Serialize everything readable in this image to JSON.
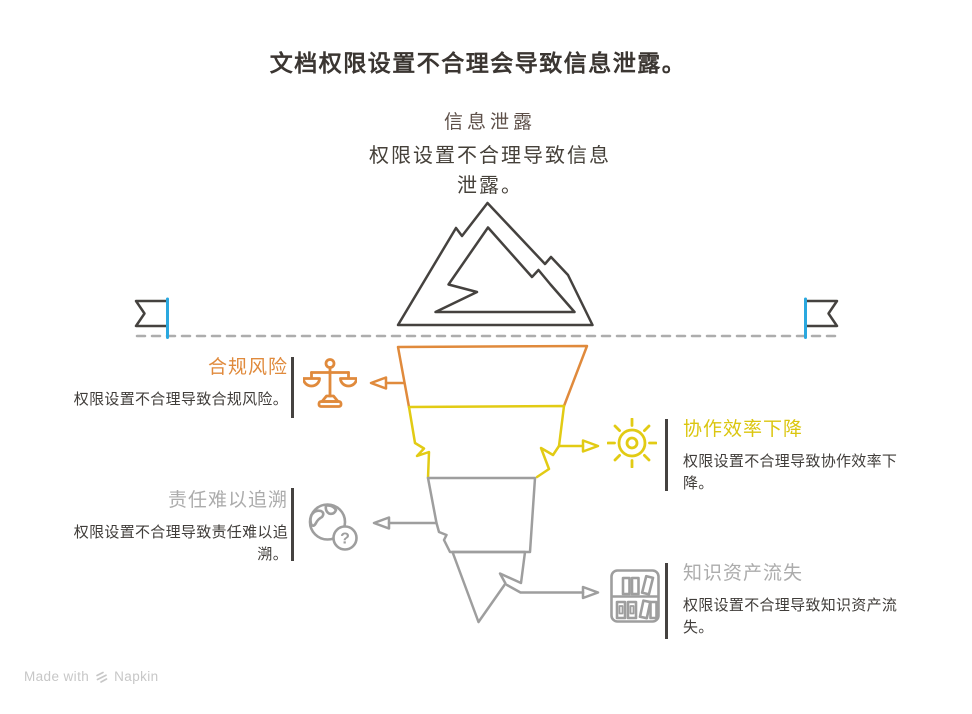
{
  "page": {
    "title": "文档权限设置不合理会导致信息泄露。"
  },
  "summit": {
    "heading": "信息泄露",
    "description": "权限设置不合理导致信息\n泄露。"
  },
  "items": [
    {
      "id": "compliance-risk",
      "side": "left",
      "title": "合规风险",
      "description": "权限设置不合理导致合规风险。",
      "icon": "balance-scale-icon",
      "color": "#E08A3C"
    },
    {
      "id": "collaboration-efficiency-drop",
      "side": "right",
      "title": "协作效率下降",
      "description": "权限设置不合理导致协作效率下\n降。",
      "icon": "sun-icon",
      "color": "#DBC60F"
    },
    {
      "id": "accountability-hard-to-trace",
      "side": "left",
      "title": "责任难以追溯",
      "description": "权限设置不合理导致责任难以追\n溯。",
      "icon": "globe-question-icon",
      "color": "#ACACAC"
    },
    {
      "id": "knowledge-asset-loss",
      "side": "right",
      "title": "知识资产流失",
      "description": "权限设置不合理导致知识资产流\n失。",
      "icon": "bookshelf-icon",
      "color": "#ACACAC"
    }
  ],
  "icons": {
    "globe_question_glyph": "?"
  },
  "footer": {
    "made_with": "Made with",
    "brand": "Napkin"
  },
  "colors": {
    "orange": "#E08A3C",
    "yellow": "#E2CB14",
    "muted_gray_title": "#ACACAC",
    "funnel_gray": "#9E9E9E",
    "outline_dark": "#45423F",
    "flag_blue": "#2AA8DF",
    "heading_brown": "#5E5049",
    "body_text": "#403D3A",
    "footer_gray": "#C7C7C7"
  }
}
